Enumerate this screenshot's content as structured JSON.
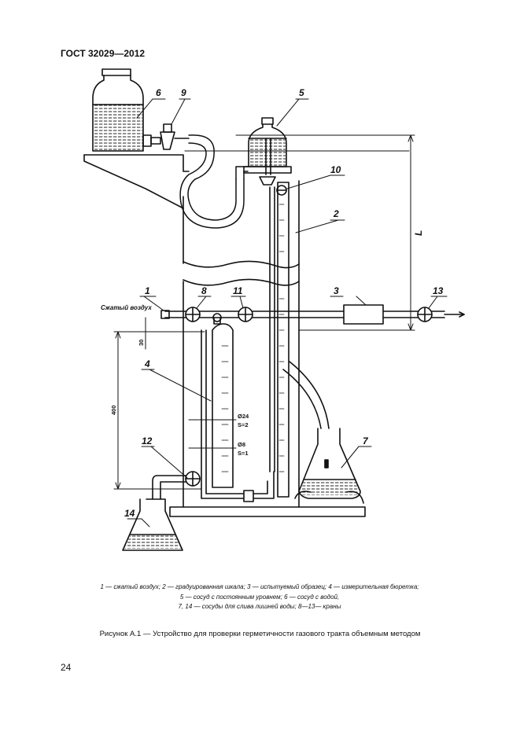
{
  "header": {
    "standard": "ГОСТ 32029—2012"
  },
  "figure": {
    "labels": {
      "n1": "1",
      "n2": "2",
      "n3": "3",
      "n4": "4",
      "n5": "5",
      "n6": "6",
      "n7": "7",
      "n8": "8",
      "n9": "9",
      "n10": "10",
      "n11": "11",
      "n12": "12",
      "n13": "13",
      "n14": "14",
      "L": "L"
    },
    "inlet_text": "Сжатый воздух",
    "dims": {
      "d30": "30",
      "d400": "400",
      "d24": "Ø24",
      "s2": "S=2",
      "d8": "Ø8",
      "s1": "S=1"
    }
  },
  "legend": {
    "line1": "1 — сжатый воздух; 2 — градуированная шкала; 3 — испытуемый образец; 4 — измерительная бюретка;",
    "line2": "5 — сосуд с постоянным уровнем; 6 — сосуд с водой,",
    "line3": "7, 14 — сосуды для слива лишней воды; 8—13— краны"
  },
  "caption": "Рисунок А.1 — Устройство для проверки герметичности газового тракта объемным методом",
  "page_number": "24"
}
